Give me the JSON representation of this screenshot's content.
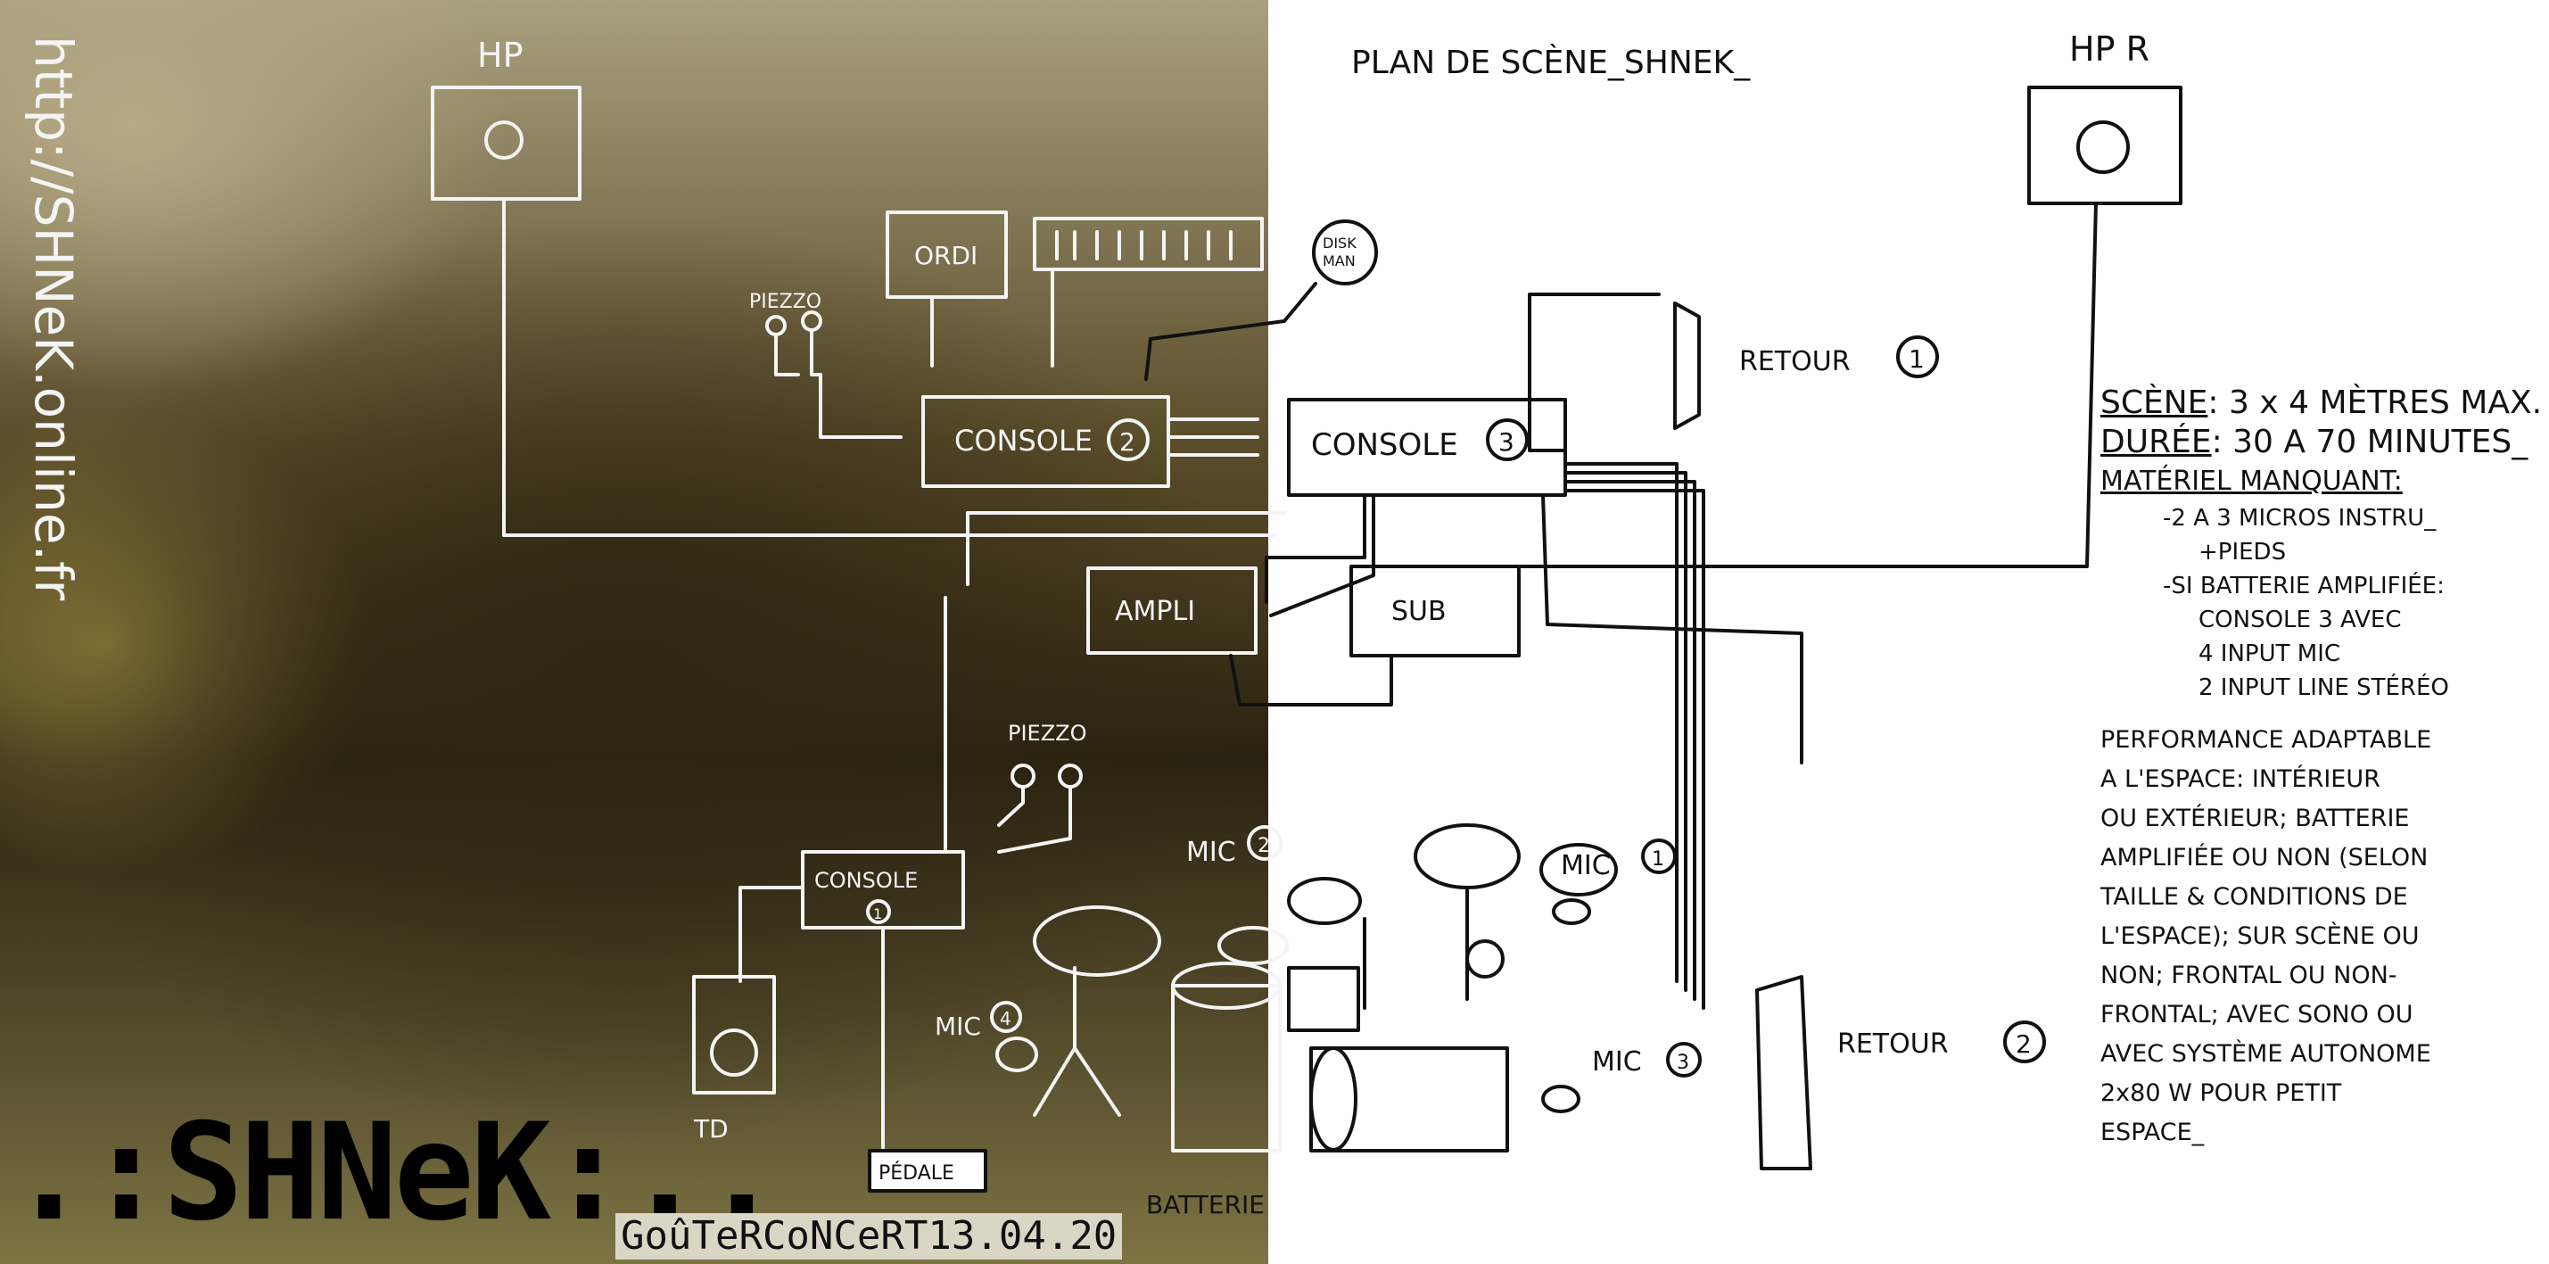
{
  "title": "PLAN DE SCÈNE_SHNEK_",
  "url": "http://SHNeK.online.fr",
  "brand": ".:SHNeK:..",
  "concert": "GoûTeRCoNCeRT13.04.20",
  "labels": {
    "hp_left": "HP",
    "hp_right": "HP R",
    "ordi": "ORDI",
    "diskman": "DISK MAN",
    "piezzo_top": "PIEZZO",
    "piezzo_mid": "PIEZZO",
    "console1": "CONSOLE",
    "console1_num": "1",
    "console2": "CONSOLE",
    "console2_num": "2",
    "console3": "CONSOLE",
    "console3_num": "3",
    "ampli": "AMPLI",
    "sub": "SUB",
    "retour1": "RETOUR",
    "retour1_num": "1",
    "retour2": "RETOUR",
    "retour2_num": "2",
    "mic1": "MIC",
    "mic1_num": "1",
    "mic2": "MIC",
    "mic2_num": "2",
    "mic3": "MIC",
    "mic3_num": "3",
    "mic4": "MIC",
    "mic4_num": "4",
    "td": "TD",
    "pedale": "PÉDALE",
    "batterie": "BATTERIE"
  },
  "notes": {
    "scene_key": "SCÈNE",
    "scene_val": ": 3 x 4 MÈTRES MAX.",
    "duree_key": "DURÉE",
    "duree_val": ": 30 A 70 MINUTES_",
    "materiel": "MATÉRIEL MANQUANT:",
    "item1a": "-2 A 3 MICROS INSTRU_",
    "item1b": "+PIEDS",
    "item2a": "-SI BATTERIE AMPLIFIÉE:",
    "item2b": "CONSOLE 3 AVEC",
    "item2c": "4 INPUT MIC",
    "item2d": "2 INPUT LINE STÉRÉO",
    "para": [
      "PERFORMANCE ADAPTABLE",
      "A L'ESPACE: INTÉRIEUR",
      "OU EXTÉRIEUR; BATTERIE",
      "AMPLIFIÉE OU NON (SELON",
      "TAILLE & CONDITIONS DE",
      "L'ESPACE); SUR SCÈNE OU",
      "NON; FRONTAL OU NON-",
      "FRONTAL; AVEC SONO OU",
      "AVEC SYSTÈME AUTONOME",
      "2x80 W POUR PETIT",
      "ESPACE_"
    ]
  }
}
